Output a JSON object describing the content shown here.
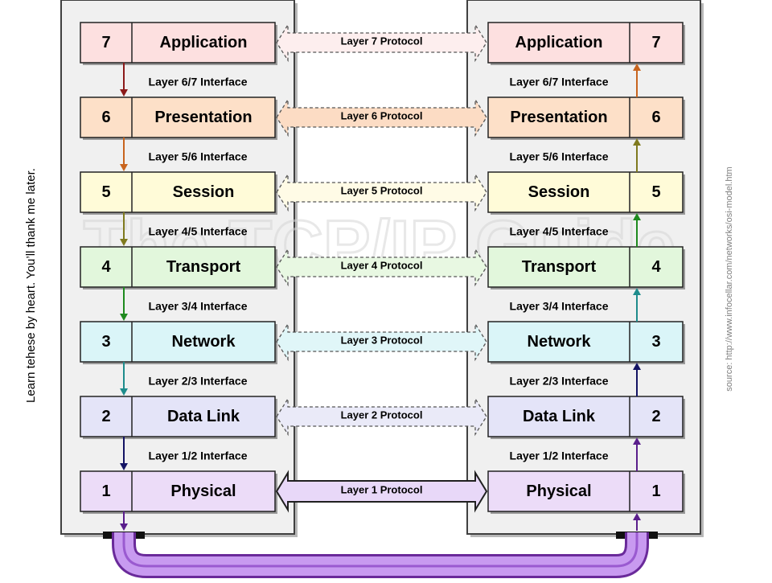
{
  "side_note": "Learn tehese by heart. You’ll thank me later.",
  "source_note": "source: http://www.infocellar.com/networks/osi-model.htm",
  "watermark": "The TCP/IP Guide",
  "layers": [
    {
      "num": "7",
      "name": "Application",
      "protocol": "Layer 7 Protocol",
      "fill": "#fde0e0",
      "arrow": "#8b1a1a",
      "proto_fill": "#fdeeee"
    },
    {
      "num": "6",
      "name": "Presentation",
      "protocol": "Layer 6 Protocol",
      "fill": "#fde0c8",
      "arrow": "#c8641e",
      "proto_fill": "#fcdcc4"
    },
    {
      "num": "5",
      "name": "Session",
      "protocol": "Layer 5 Protocol",
      "fill": "#fffbd8",
      "arrow": "#7f7a1e",
      "proto_fill": "#fffbe6"
    },
    {
      "num": "4",
      "name": "Transport",
      "protocol": "Layer 4 Protocol",
      "fill": "#e2f7dc",
      "arrow": "#1e8a1e",
      "proto_fill": "#e8f8e2"
    },
    {
      "num": "3",
      "name": "Network",
      "protocol": "Layer 3 Protocol",
      "fill": "#daf5f8",
      "arrow": "#1e8c8c",
      "proto_fill": "#e0f6f8"
    },
    {
      "num": "2",
      "name": "Data Link",
      "protocol": "Layer 2 Protocol",
      "fill": "#e4e4f8",
      "arrow": "#141464",
      "proto_fill": "#eaeaf8"
    },
    {
      "num": "1",
      "name": "Physical",
      "protocol": "Layer 1 Protocol",
      "fill": "#ecdcf8",
      "arrow": "#5a1e8c",
      "proto_fill": "#e8d8f8"
    }
  ],
  "interfaces": [
    "Layer 6/7 Interface",
    "Layer 5/6 Interface",
    "Layer 4/5 Interface",
    "Layer 3/4 Interface",
    "Layer 2/3 Interface",
    "Layer 1/2 Interface"
  ],
  "colors": {
    "stack_bg": "#f0f0f0",
    "stack_border": "#404040",
    "box_border": "#222222",
    "proto_dash": "#555555",
    "proto_solid": "#202020",
    "cable_dark": "#6a2a9a",
    "cable_light": "#c89af0",
    "cable_mid": "#9a5ad0"
  }
}
